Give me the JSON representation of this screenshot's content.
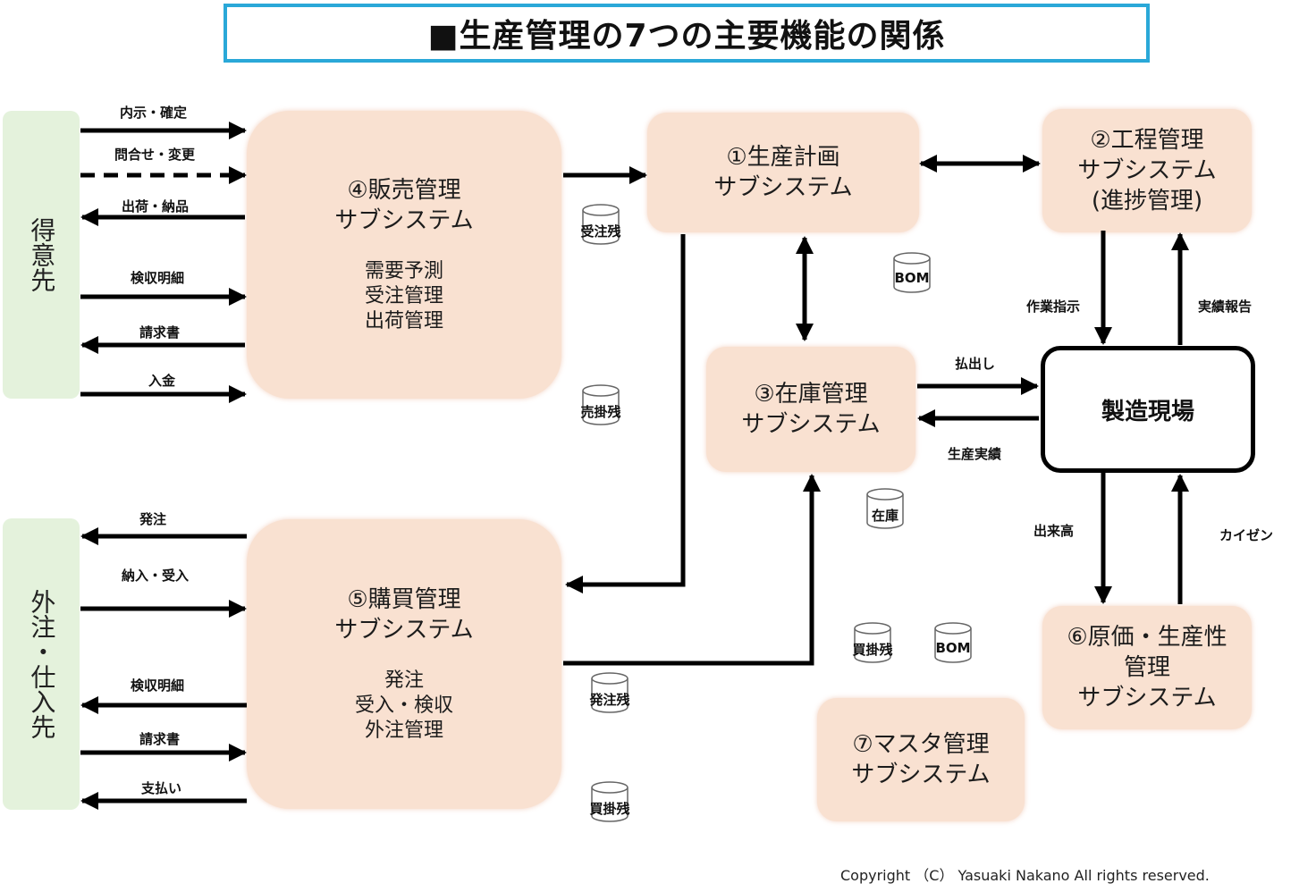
{
  "title": "■生産管理の7つの主要機能の関係",
  "parties": {
    "customer": "得意先",
    "supplier": "外注・仕入先"
  },
  "subsystems": {
    "s1": {
      "title": "①生産計画\nサブシステム"
    },
    "s2": {
      "title": "②工程管理\nサブシステム\n(進捗管理)"
    },
    "s3": {
      "title": "③在庫管理\nサブシステム"
    },
    "s4": {
      "title": "④販売管理\nサブシステム",
      "sub": "需要予測\n受注管理\n出荷管理"
    },
    "s5": {
      "title": "⑤購買管理\nサブシステム",
      "sub": "発注\n受入・検収\n外注管理"
    },
    "s6": {
      "title": "⑥原価・生産性\n管理\nサブシステム"
    },
    "s7": {
      "title": "⑦マスタ管理\nサブシステム"
    }
  },
  "factory": "製造現場",
  "flows": {
    "customer": [
      "内示・確定",
      "問合せ・変更",
      "出荷・納品",
      "検収明細",
      "請求書",
      "入金"
    ],
    "supplier": [
      "発注",
      "納入・受入",
      "検収明細",
      "請求書",
      "支払い"
    ],
    "work_order": "作業指示",
    "result_report": "実績報告",
    "issue": "払出し",
    "production_result": "生産実績",
    "output": "出来高",
    "kaizen": "カイゼン"
  },
  "databases": {
    "order_backlog": "受注残",
    "receivable": "売掛残",
    "bom1": "BOM",
    "inventory": "在庫",
    "payable1": "買掛残",
    "bom2": "BOM",
    "po_backlog": "発注残",
    "payable2": "買掛残"
  },
  "copyright": "Copyright （C） Yasuaki Nakano All rights reserved."
}
